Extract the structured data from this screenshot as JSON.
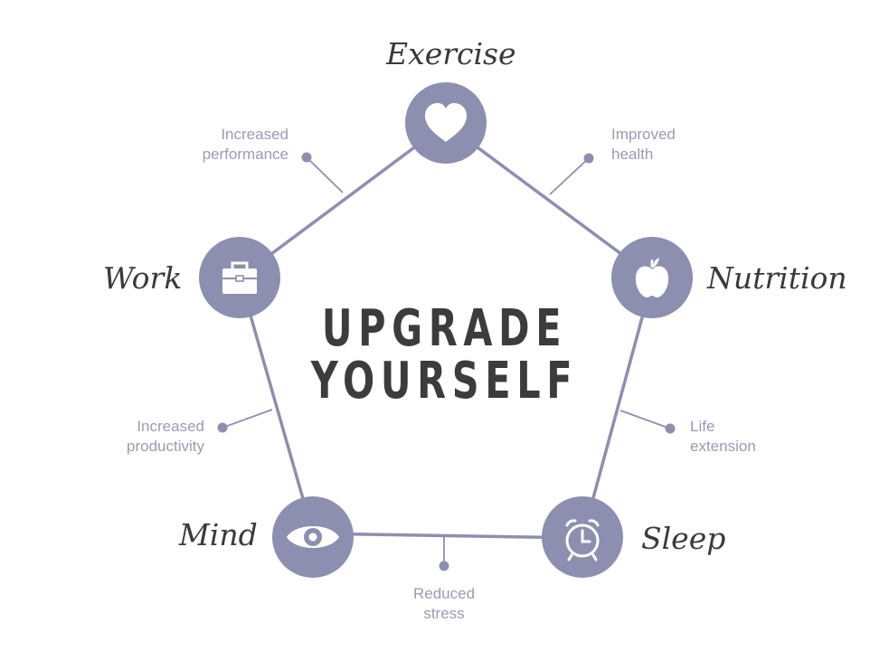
{
  "headline": {
    "line1": "UPGRADE",
    "line2": "YOURSELF"
  },
  "nodes": {
    "exercise": {
      "label": "Exercise",
      "icon": "heart-icon"
    },
    "nutrition": {
      "label": "Nutrition",
      "icon": "apple-icon"
    },
    "sleep": {
      "label": "Sleep",
      "icon": "alarm-clock-icon"
    },
    "mind": {
      "label": "Mind",
      "icon": "eye-icon"
    },
    "work": {
      "label": "Work",
      "icon": "toolbox-icon"
    }
  },
  "benefits": {
    "exercise_nutrition": {
      "line1": "Improved",
      "line2": "health"
    },
    "nutrition_sleep": {
      "line1": "Life",
      "line2": "extension"
    },
    "sleep_mind": {
      "line1": "Reduced",
      "line2": "stress"
    },
    "mind_work": {
      "line1": "Increased",
      "line2": "productivity"
    },
    "work_exercise": {
      "line1": "Increased",
      "line2": "performance"
    }
  },
  "colors": {
    "accent": "#8d8fb0",
    "edge": "#8d8fb0",
    "benefit_text": "#9b9bb2",
    "label_text": "#3a3a3a",
    "headline_text": "#3c3c3c"
  }
}
